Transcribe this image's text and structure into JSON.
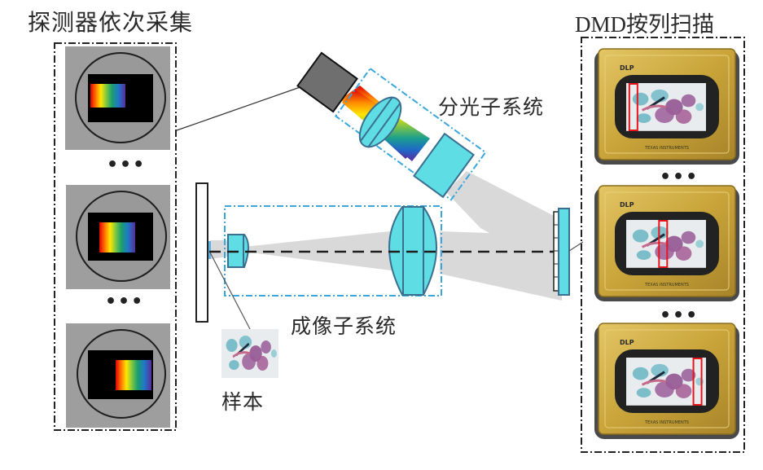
{
  "titles": {
    "detector_panel": "探测器依次采集",
    "dmd_panel_latin": "DMD",
    "dmd_panel_cjk": "按列扫描"
  },
  "labels": {
    "spectral_subsystem": "分光子系统",
    "imaging_subsystem": "成像子系统",
    "sample": "样本"
  },
  "ellipsis": "•••",
  "detector_frames": [
    {
      "spectrum_position": "left"
    },
    {
      "spectrum_position": "center"
    },
    {
      "spectrum_position": "right"
    }
  ],
  "dmd_frames": [
    {
      "brand": "DLP",
      "maker": "TEXAS INSTRUMENTS",
      "scan_column": "left"
    },
    {
      "brand": "DLP",
      "maker": "TEXAS INSTRUMENTS",
      "scan_column": "center"
    },
    {
      "brand": "DLP",
      "maker": "TEXAS INSTRUMENTS",
      "scan_column": "right"
    }
  ],
  "colors": {
    "optic_fill": "#5fdde5",
    "optic_stroke": "#3b6f8f",
    "subsystem_box": "#3aa6dc",
    "beam": "#d9d9d9",
    "detector_body": "#707070",
    "scan_marker": "#e8141c",
    "dmd_gold": "#c9a43a"
  }
}
